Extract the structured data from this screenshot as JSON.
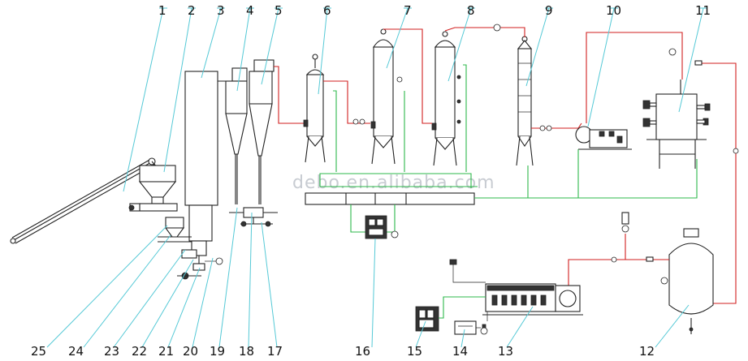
{
  "watermark": "debo.en.alibaba.com",
  "callouts": [
    "1",
    "2",
    "3",
    "4",
    "5",
    "6",
    "7",
    "8",
    "9",
    "10",
    "11",
    "12",
    "13",
    "14",
    "15",
    "16",
    "17",
    "18",
    "19",
    "20",
    "21",
    "22",
    "23",
    "24",
    "25"
  ],
  "colors": {
    "pipe_green": "#2db84b",
    "pipe_red": "#d21f1f",
    "leader_cyan": "#55c9d6",
    "equipment": "#222222",
    "watermark": "#c8ccd2"
  }
}
